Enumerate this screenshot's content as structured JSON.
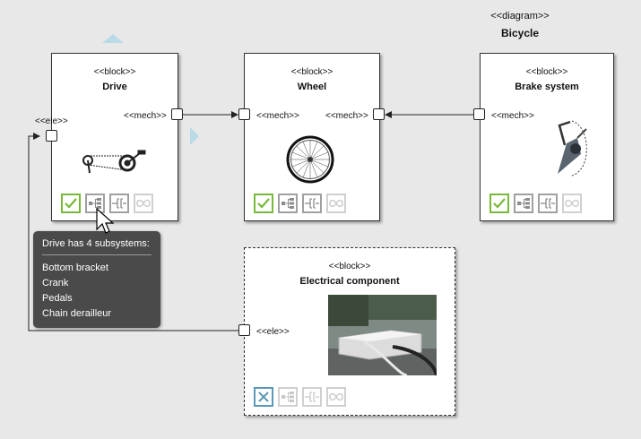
{
  "diagram": {
    "stereotype": "<<diagram>>",
    "name": "Bicycle"
  },
  "blocks": {
    "drive": {
      "stereotype": "<<block>>",
      "title": "Drive",
      "status_icon": "check-icon"
    },
    "wheel": {
      "stereotype": "<<block>>",
      "title": "Wheel",
      "status_icon": "check-icon"
    },
    "brake": {
      "stereotype": "<<block>>",
      "title": "Brake system",
      "status_icon": "check-icon"
    },
    "electrical": {
      "stereotype": "<<block>>",
      "title": "Electrical component",
      "status_icon": "x-icon"
    }
  },
  "ports": {
    "drive_ele": "<<ele>>",
    "drive_mech": "<<mech>>",
    "wheel_mech_left": "<<mech>>",
    "wheel_mech_right": "<<mech>>",
    "brake_mech": "<<mech>>",
    "electrical_ele": "<<ele>>"
  },
  "tooltip": {
    "header": "Drive has 4 subsystems:",
    "items": [
      "Bottom bracket",
      "Crank",
      "Pedals",
      "Chain derailleur"
    ]
  },
  "icons": [
    "check-icon",
    "subsystem-tree-icon",
    "interface-icon",
    "infinity-icon",
    "x-icon",
    "cursor-icon"
  ],
  "colors": {
    "check": "#78b83a",
    "reject": "#5a99b5",
    "tooltip_bg": "#4a4a4a",
    "connector": "#222222"
  }
}
